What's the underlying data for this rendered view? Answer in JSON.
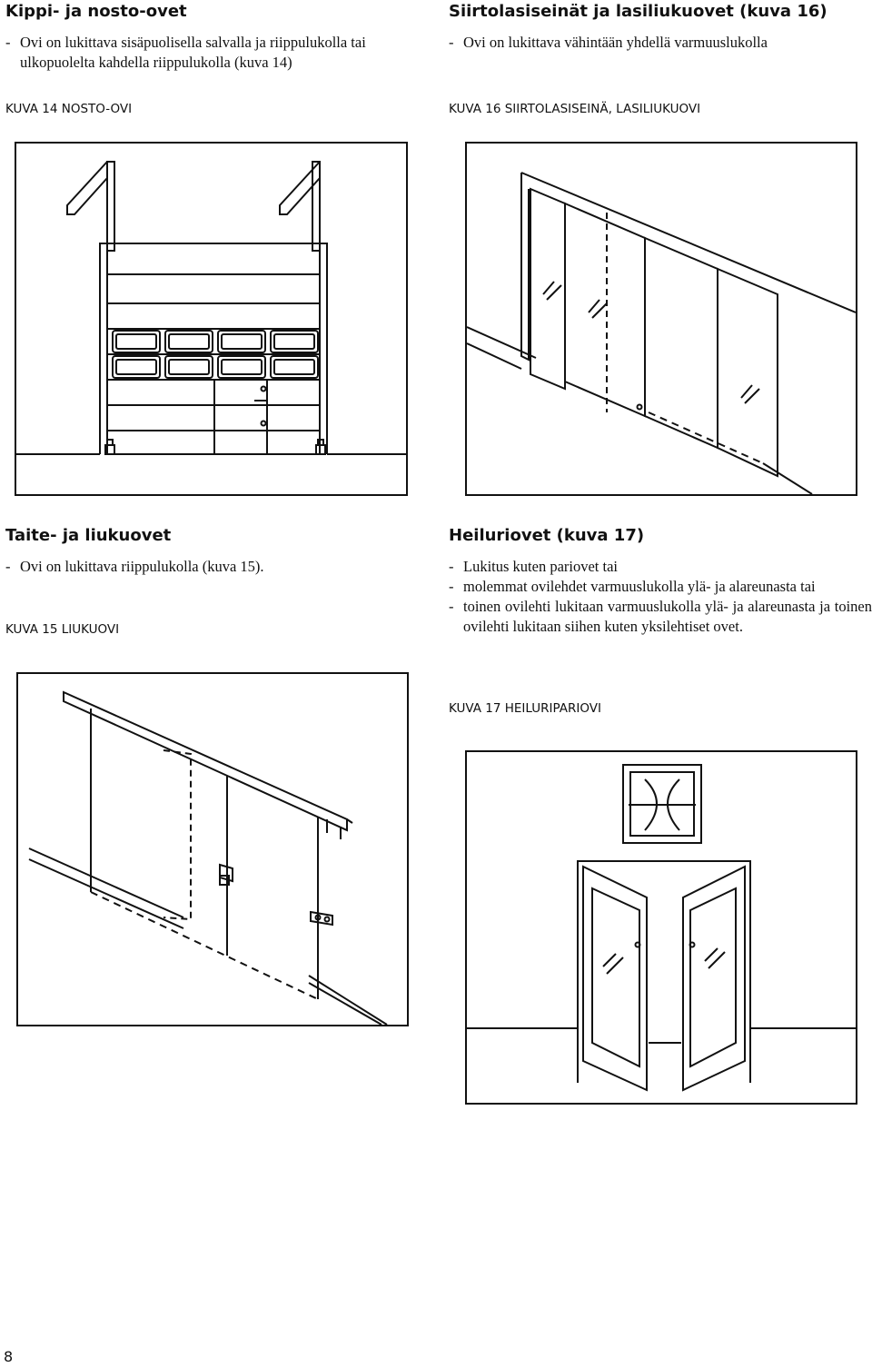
{
  "sections": {
    "kippi": {
      "heading": "Kippi- ja nosto-ovet",
      "items": [
        "Ovi on lukittava sisäpuolisella salvalla ja riippulukolla tai ulkopuolelta kahdella riippulukolla (kuva 14)"
      ],
      "caption": "KUVA 14  NOSTO-OVI"
    },
    "siirto": {
      "heading": "Siirtolasiseinät ja lasiliukuovet (kuva 16)",
      "items": [
        "Ovi on lukittava vähintään yhdellä varmuuslukolla"
      ],
      "caption": "KUVA 16  SIIRTOLASISEINÄ, LASILIUKUOVI"
    },
    "taite": {
      "heading": "Taite- ja liukuovet",
      "items": [
        "Ovi on lukittava riippulukolla (kuva 15)."
      ],
      "caption": "KUVA 15  LIUKUOVI"
    },
    "heilur": {
      "heading": "Heiluriovet (kuva 17)",
      "items": [
        "Lukitus kuten pariovet tai",
        "molemmat ovilehdet varmuuslukolla ylä- ja alareunasta tai",
        "toinen ovilehti lukitaan varmuuslukolla ylä- ja alareunasta ja toinen ovilehti lukitaan siihen kuten yksilehtiset ovet."
      ],
      "caption": "KUVA 17 HEILURIPARIOVI"
    }
  },
  "page_number": "8"
}
